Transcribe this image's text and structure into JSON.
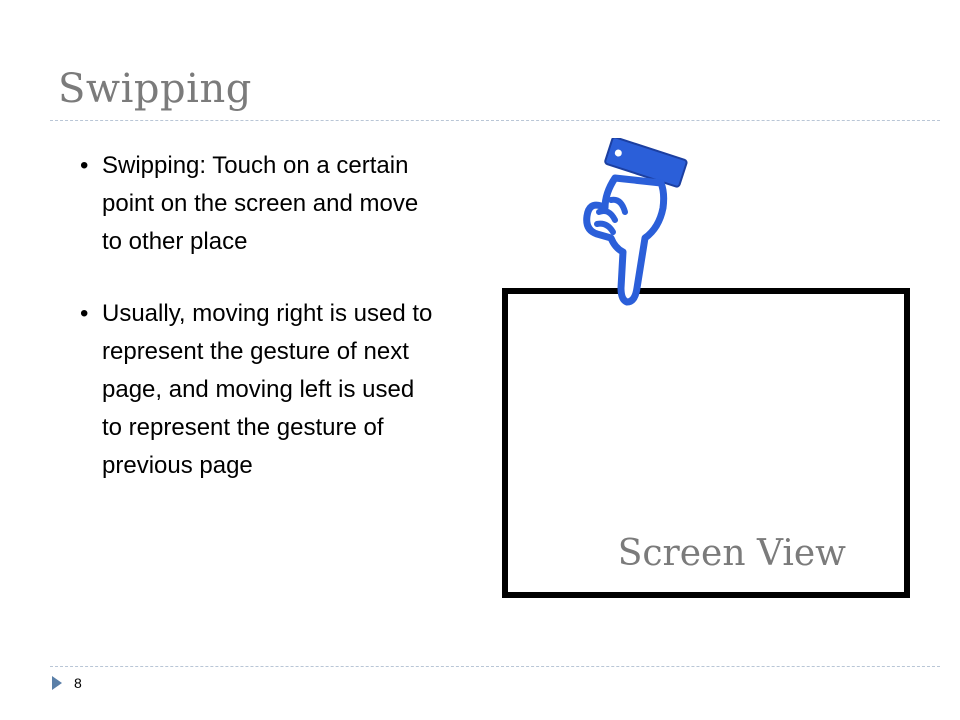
{
  "slide": {
    "title": "Swipping",
    "bullets": [
      "Swipping: Touch on a certain point on the screen and move to other place",
      "Usually, moving right is used to represent the gesture of next page, and moving left is used to represent the gesture of previous page"
    ],
    "screen_label": "Screen View",
    "page_number": "8",
    "icons": [
      "pointing-hand-icon",
      "slide-marker-icon"
    ],
    "colors": {
      "title": "#7b7b7b",
      "hand_blue": "#2b5fd9",
      "rule": "#b9c6d6",
      "marker": "#5a7fa8"
    }
  }
}
